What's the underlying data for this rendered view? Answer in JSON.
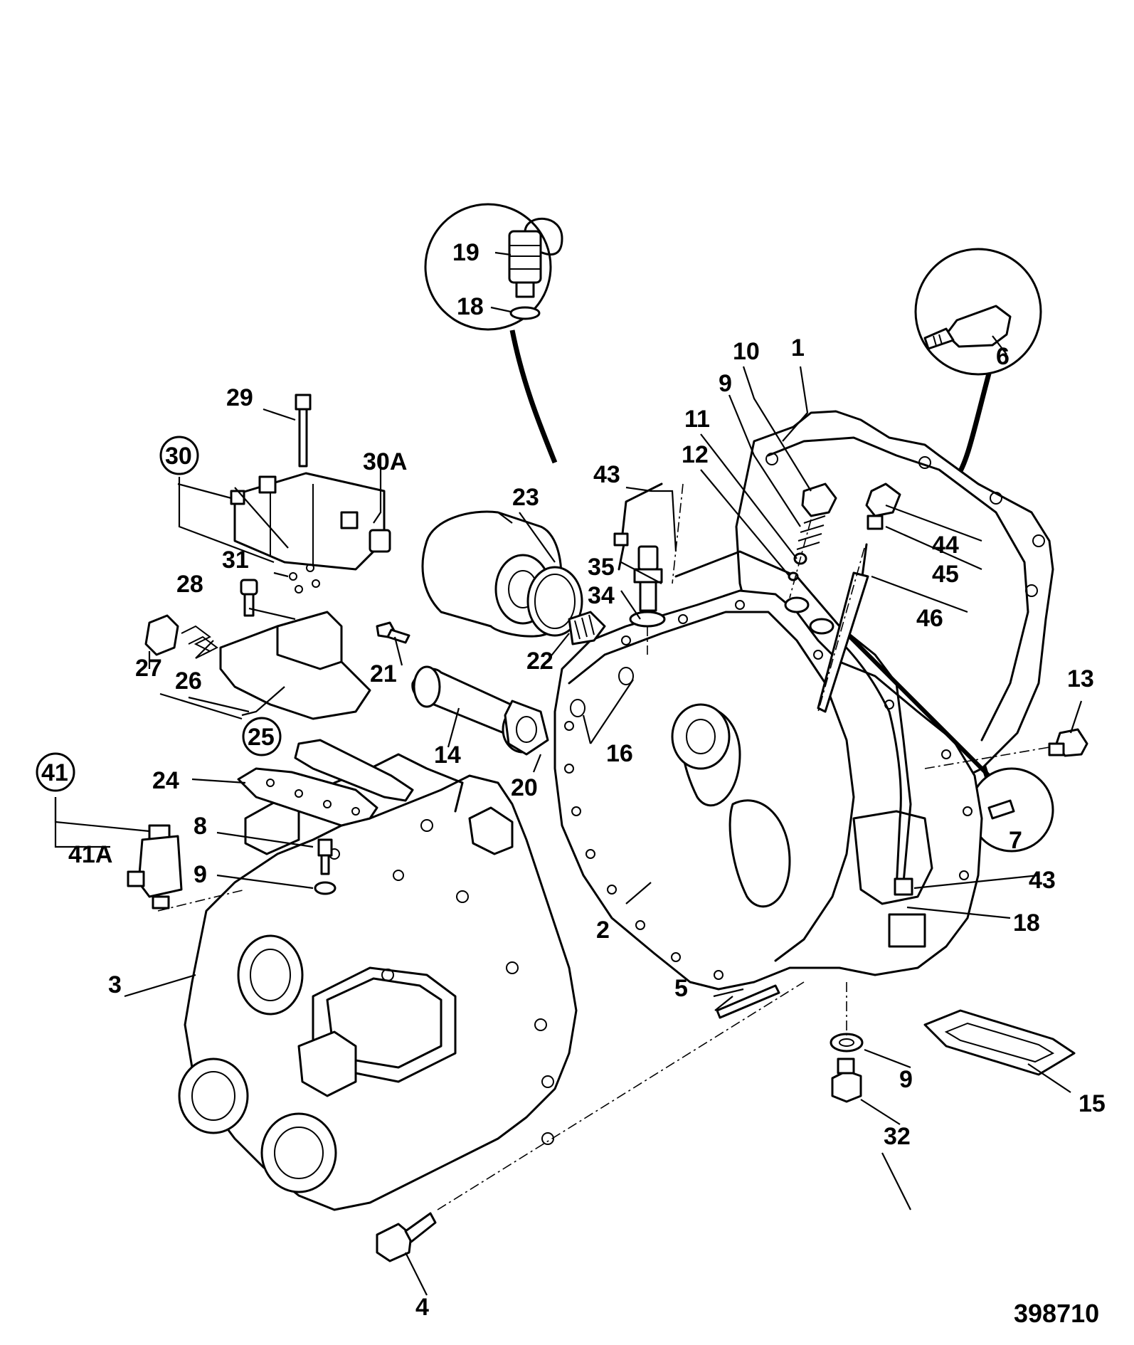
{
  "labels": {
    "l1": "1",
    "l2": "2",
    "l3": "3",
    "l4": "4",
    "l5": "5",
    "l6": "6",
    "l7": "7",
    "l8": "8",
    "l9a": "9",
    "l9b": "9",
    "l9c": "9",
    "l10": "10",
    "l11": "11",
    "l12": "12",
    "l13": "13",
    "l14": "14",
    "l15": "15",
    "l16": "16",
    "l18a": "18",
    "l18b": "18",
    "l19": "19",
    "l20": "20",
    "l21": "21",
    "l22": "22",
    "l23": "23",
    "l24": "24",
    "l25": "25",
    "l26": "26",
    "l27": "27",
    "l28": "28",
    "l29": "29",
    "l30": "30",
    "l30a": "30A",
    "l31": "31",
    "l32": "32",
    "l34": "34",
    "l35": "35",
    "l41": "41",
    "l41a": "41A",
    "l43a": "43",
    "l43b": "43",
    "l44": "44",
    "l45": "45",
    "l46": "46"
  },
  "drawing_number": "398710"
}
